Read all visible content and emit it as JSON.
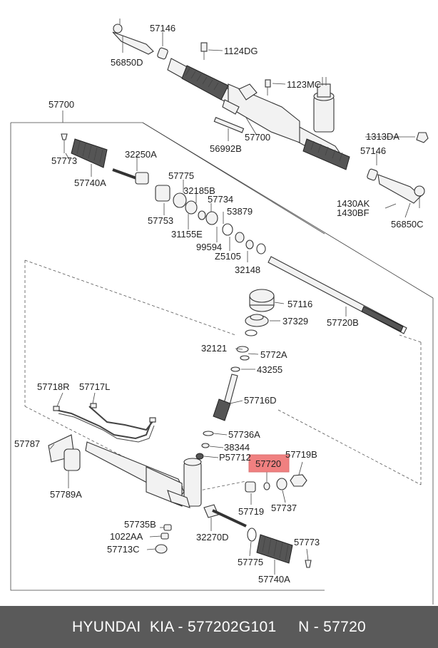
{
  "labels": {
    "l56850D": "56850D",
    "l57146a": "57146",
    "l1124DG": "1124DG",
    "l1123MC": "1123MC",
    "l57700a": "57700",
    "l57700b": "57700",
    "l56992B": "56992B",
    "l1313DA": "1313DA",
    "l57146b": "57146",
    "l1430AK": "1430AK",
    "l1430BF": "1430BF",
    "l56850C": "56850C",
    "l57773a": "57773",
    "l57740Aa": "57740A",
    "l32250A": "32250A",
    "l57775a": "57775",
    "l32185B": "32185B",
    "l57734": "57734",
    "l53879": "53879",
    "l57753": "57753",
    "l31155E": "31155E",
    "l99594": "99594",
    "lZ5105": "Z5105",
    "l32148": "32148",
    "l57116": "57116",
    "l37329": "37329",
    "l57720B": "57720B",
    "l32121": "32121",
    "l5772A": "5772A",
    "l43255": "43255",
    "l57718R": "57718R",
    "l57717L": "57717L",
    "l57716D": "57716D",
    "l57736A": "57736A",
    "l57787": "57787",
    "l38344": "38344",
    "lP57712": "P57712",
    "l57720": "57720",
    "l57719B": "57719B",
    "l57789A": "57789A",
    "l57719": "57719",
    "l57737": "57737",
    "l57735B": "57735B",
    "l1022AA": "1022AA",
    "l32270D": "32270D",
    "l57713C": "57713C",
    "l57775b": "57775",
    "l57773b": "57773",
    "l57740Ab": "57740A"
  },
  "highlight_color": "#f08080",
  "footer": {
    "text": "HYUNDAI  KIA - 577202G101     N - 57720"
  }
}
